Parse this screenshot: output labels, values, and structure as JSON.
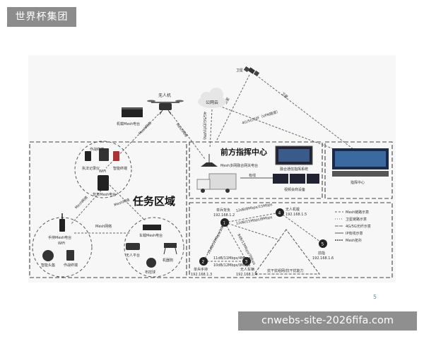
{
  "brand": {
    "label": "世界杯集团"
  },
  "watermark": {
    "text": "cnwebs-site-2026fifa.com"
  },
  "page_number": "5",
  "diagram": {
    "satellite": "卫星",
    "cloud": "公网云",
    "drone": "无人机",
    "drone_radio": "机载Mesh电台",
    "link_mesh": "Mesh网络",
    "link_4g_vpn": "4G/5G光纤（VPN隧道）",
    "link_4g_short": "4G/5G光纤(VPN)",
    "link_satellite": "卫星",
    "link_wire": "有线",
    "mission_area": "任务区域",
    "command_center": "前方指挥中心",
    "command_radio": "Mesh多网融合网关电台",
    "fusion_system": "融合通信指挥系统",
    "video_system": "视频会商设备",
    "hq": "指挥中心",
    "handheld_title": "作战终端",
    "handheld_phone": "智能终端",
    "handheld_law": "执法记录仪",
    "wifi": "WiFi",
    "backpack": "背负Mesh电台",
    "handheld_radio": "手持Mesh电台",
    "smart_helmet": "智能头盔",
    "terminal": "作战终端",
    "vehicle_radio": "车载Mesh电台",
    "uav_platform": "无人平台",
    "robot_dog": "机器狗",
    "control_ball": "布控球",
    "net": {
      "node1_name": "单兵背负",
      "node1_ip": "192.168.1.2",
      "node2_name": "单兵手持",
      "node2_ip": "192.168.1.3",
      "node3_name": "无人车辆",
      "node3_ip": "192.168.1.4",
      "node4_name": "无人机载",
      "node4_ip": "192.168.1.5",
      "node5_name": "前指",
      "node5_ip": "192.168.1.6",
      "node1": "1",
      "node2": "2",
      "node3": "3",
      "node4": "4",
      "node5": "5",
      "rate1": "12dB/8Mbps/15Mbps",
      "rate2": "12dB/15Mbps/8Mbps",
      "rate3": "15dB/12Mbps/10Mbps",
      "rate4": "8dB/13Mbps/7Mbps",
      "rate5": "11dB/11Mbps/4Mbps",
      "rate6": "10dB/12Mbps/9Mbps",
      "caption": "抗干扰组网/抗干扰能力",
      "legend": [
        "Mesh链路示意",
        "卫星链路示意",
        "4G/5G光纤示意",
        "IP有线示意",
        "Mesh拓扑"
      ]
    }
  }
}
